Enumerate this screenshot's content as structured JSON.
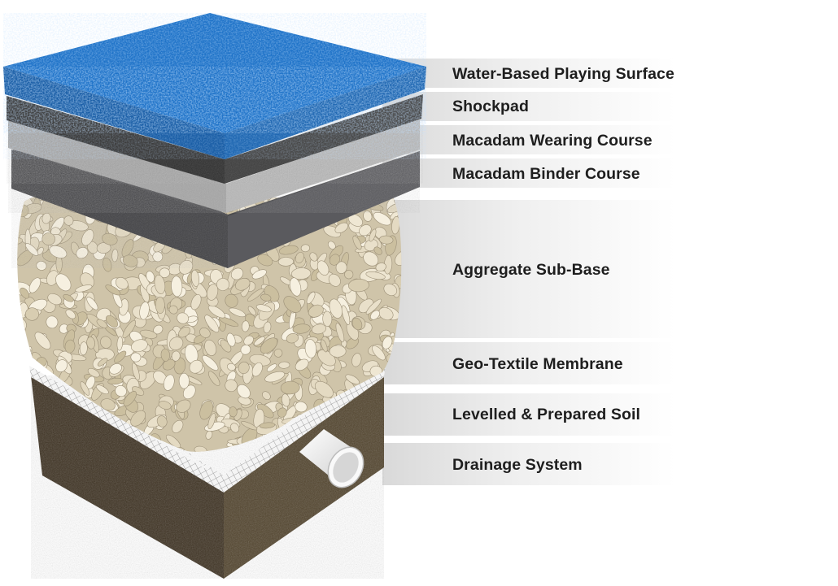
{
  "diagram": {
    "layers": [
      {
        "label": "Water-Based Playing Surface"
      },
      {
        "label": "Shockpad"
      },
      {
        "label": "Macadam Wearing Course"
      },
      {
        "label": "Macadam Binder Course"
      },
      {
        "label": "Aggregate Sub-Base"
      },
      {
        "label": "Geo-Textile Membrane"
      },
      {
        "label": "Levelled & Prepared Soil"
      },
      {
        "label": "Drainage System"
      }
    ]
  },
  "colors": {
    "surface": "#1f73c8",
    "shockpad": "#353535",
    "wearing_course": "#a9a9a9",
    "binder_course": "#4e4e50",
    "aggregate": "#ddd3bc",
    "membrane": "#eeeeee",
    "soil": "#4a3d28",
    "pipe": "#f3f3f3",
    "label_text": "#1e1e1e"
  }
}
